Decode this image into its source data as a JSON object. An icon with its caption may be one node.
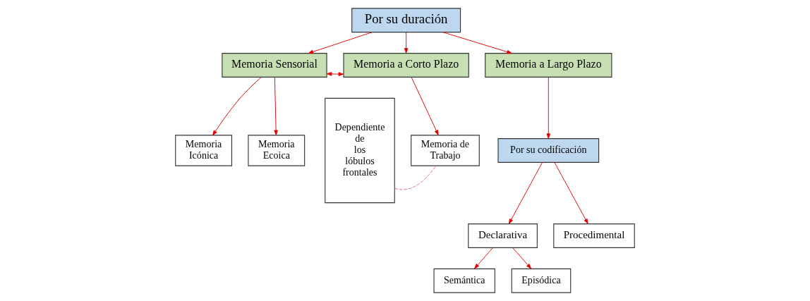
{
  "diagram": {
    "nodes": [
      {
        "text": [
          "Por su duración"
        ]
      },
      {
        "text": [
          "Memoria Sensorial"
        ]
      },
      {
        "text": [
          "Memoria a Corto Plazo"
        ]
      },
      {
        "text": [
          "Memoria a Largo Plazo"
        ]
      },
      {
        "text": [
          "Memoria Icónica"
        ]
      },
      {
        "text": [
          "Memoria Ecoica"
        ]
      },
      {
        "text": [
          "Dependiente de los lóbulos frontales"
        ]
      },
      {
        "text": [
          "Memoria de Trabajo"
        ]
      },
      {
        "text": [
          "Por su codificación"
        ]
      },
      {
        "text": [
          "Declarativa"
        ]
      },
      {
        "text": [
          "Procedimental"
        ]
      },
      {
        "text": [
          "Semántica"
        ]
      },
      {
        "text": [
          "Episódica"
        ]
      }
    ],
    "edges": [
      {
        "from": 0,
        "to": 1,
        "arrow": "to"
      },
      {
        "from": 0,
        "to": 2,
        "arrow": "to"
      },
      {
        "from": 0,
        "to": 3,
        "arrow": "to"
      },
      {
        "from": 1,
        "to": 2,
        "arrow": "both"
      },
      {
        "from": 1,
        "to": 4,
        "arrow": "to"
      },
      {
        "from": 1,
        "to": 5,
        "arrow": "to"
      },
      {
        "from": 2,
        "to": 7,
        "arrow": "to"
      },
      {
        "from": 6,
        "to": 7,
        "arrow": "none",
        "style": "dashed",
        "color": "#e07080"
      },
      {
        "from": 3,
        "to": 8,
        "arrow": "to"
      },
      {
        "from": 8,
        "to": 9,
        "arrow": "to"
      },
      {
        "from": 8,
        "to": 10,
        "arrow": "to"
      },
      {
        "from": 9,
        "to": 11,
        "arrow": "to"
      },
      {
        "from": 9,
        "to": 12,
        "arrow": "to"
      }
    ]
  }
}
